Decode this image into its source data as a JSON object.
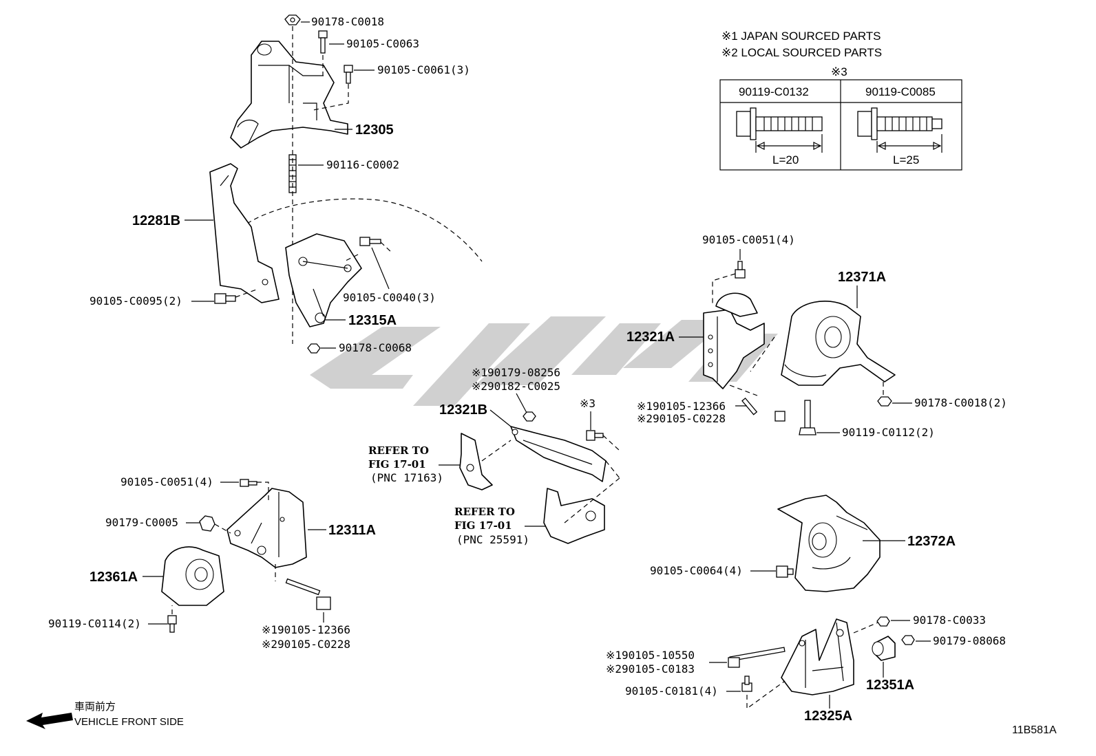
{
  "legend": {
    "japan": "※1 JAPAN SOURCED PARTS",
    "local": "※2 LOCAL SOURCED PARTS",
    "table_mark": "※3",
    "col1": "90119-C0132",
    "col2": "90119-C0085",
    "len1": "L=20",
    "len2": "L=25"
  },
  "parts": {
    "p_90178_C0018": "90178-C0018",
    "p_90105_C0063": "90105-C0063",
    "p_90105_C0061": "90105-C0061(3)",
    "p_12305": "12305",
    "p_90116_C0002": "90116-C0002",
    "p_12281B": "12281B",
    "p_90105_C0095": "90105-C0095(2)",
    "p_90105_C0040": "90105-C0040(3)",
    "p_12315A": "12315A",
    "p_90178_C0068": "90178-C0068",
    "p_90179_08256": "※190179-08256",
    "p_90182_C0025": "※290182-C0025",
    "p_12321B": "12321B",
    "p_mark3": "※3",
    "p_90105_C0051_r": "90105-C0051(4)",
    "p_12371A": "12371A",
    "p_12321A": "12321A",
    "p_90105_12366_r": "※190105-12366",
    "p_90105_C0228_r": "※290105-C0228",
    "p_90178_C0018_2": "90178-C0018(2)",
    "p_90119_C0112": "90119-C0112(2)",
    "p_90105_C0051_l": "90105-C0051(4)",
    "p_90179_C0005": "90179-C0005",
    "p_12311A": "12311A",
    "p_12361A": "12361A",
    "p_90119_C0114": "90119-C0114(2)",
    "p_90105_12366_l": "※190105-12366",
    "p_90105_C0228_l": "※290105-C0228",
    "p_12372A": "12372A",
    "p_90105_C0064": "90105-C0064(4)",
    "p_90178_C0033": "90178-C0033",
    "p_90179_08068": "90179-08068",
    "p_90105_10550": "※190105-10550",
    "p_90105_C0183": "※290105-C0183",
    "p_12351A": "12351A",
    "p_90105_C0181": "90105-C0181(4)",
    "p_12325A": "12325A"
  },
  "refer": {
    "a1": "REFER TO",
    "a2": "FIG 17-01",
    "a3": "(PNC 17163)",
    "b1": "REFER TO",
    "b2": "FIG 17-01",
    "b3": "(PNC 25591)"
  },
  "footer": {
    "jp": "車両前方",
    "front": "VEHICLE FRONT SIDE",
    "code": "11B581A"
  }
}
